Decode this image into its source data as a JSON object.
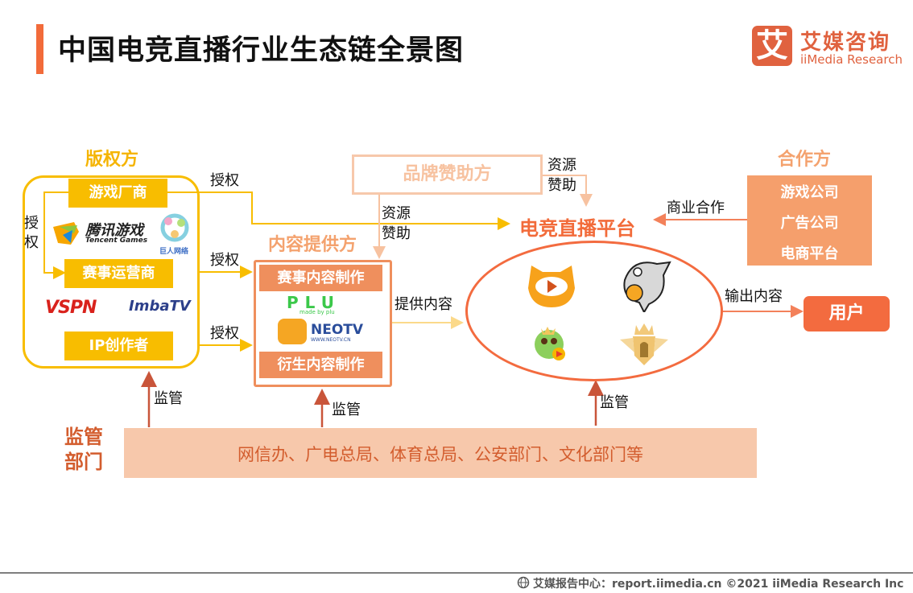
{
  "header": {
    "title": "中国电竞直播行业生态链全景图",
    "accent_color": "#f26b3a"
  },
  "brand": {
    "logo_glyph": "艾",
    "name_cn": "艾媒咨询",
    "name_en": "iiMedia Research",
    "color": "#e0623f"
  },
  "copyright_holders": {
    "title": "版权方",
    "color": "#f5b400",
    "items": [
      {
        "label": "游戏厂商"
      },
      {
        "label": "赛事运营商"
      },
      {
        "label": "IP创作者"
      }
    ],
    "logos": [
      "tencent-games-logo",
      "giant-network-logo",
      "vspn-logo",
      "imbatv-logo"
    ],
    "logo_text": {
      "tencent_cn": "腾讯游戏",
      "tencent_en": "Tencent Games",
      "giant": "巨人网络",
      "vspn": "VSPN",
      "imba": "ImbaTV"
    },
    "inner_arrow_label": "授权"
  },
  "content_providers": {
    "title": "内容提供方",
    "items": [
      {
        "label": "赛事内容制作"
      },
      {
        "label": "衍生内容制作"
      }
    ],
    "logos": [
      "plu-logo",
      "neotv-logo"
    ],
    "logo_text": {
      "plu": "PLU",
      "plu_sub": "made by plu",
      "neotv": "NEOTV",
      "neotv_sub": "WWW.NEOTV.CN"
    }
  },
  "brand_sponsor": {
    "title": "品牌赞助方"
  },
  "platform": {
    "title": "电竞直播平台",
    "logos": [
      "huya-logo",
      "douyu-logo",
      "dragon-mascot-logo",
      "crown-shield-logo"
    ]
  },
  "partners": {
    "title": "合作方",
    "items": [
      {
        "label": "游戏公司"
      },
      {
        "label": "广告公司"
      },
      {
        "label": "电商平台"
      }
    ]
  },
  "user": {
    "label": "用户"
  },
  "regulators": {
    "title_line1": "监管",
    "title_line2": "部门",
    "members": "网信办、广电总局、体育总局、公安部门、文化部门等"
  },
  "flows": {
    "authorize_1": "授权",
    "authorize_2": "授权",
    "authorize_3": "授权",
    "sponsor_top_1": "资源",
    "sponsor_top_2": "赞助",
    "sponsor_mid_1": "资源",
    "sponsor_mid_2": "赞助",
    "provide_content": "提供内容",
    "business_coop": "商业合作",
    "output_content": "输出内容",
    "supervise_1": "监管",
    "supervise_2": "监管",
    "supervise_3": "监管"
  },
  "footer": {
    "icon": "globe-icon",
    "text": "艾媒报告中心：report.iimedia.cn ©2021  iiMedia Research  Inc"
  }
}
